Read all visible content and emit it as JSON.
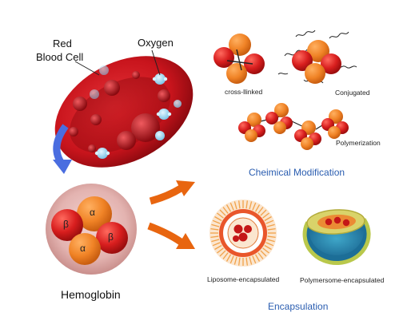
{
  "labels": {
    "rbc_line1": "Red",
    "rbc_line2": "Blood Cell",
    "oxygen": "Oxygen",
    "hemoglobin": "Hemoglobin",
    "alpha": "α",
    "beta": "β",
    "cross_linked": "cross-llinked",
    "conjugated": "Conjugated",
    "polymerization": "Polymerization",
    "chemical_modification": "Cheimical Modification",
    "liposome": "Liposome-encapsulated",
    "polymersome": "Polymersome-encapsulated",
    "encapsulation": "Encapsulation"
  },
  "colors": {
    "rbc": "#c8141c",
    "rbc_dark": "#8e0a10",
    "orange": "#ee7a22",
    "red_sphere": "#d81e1e",
    "blue_text": "#2a5db0",
    "arrow_orange": "#e8650f",
    "arrow_blue": "#4a6de0",
    "oxygen_blue": "#8fd0ee"
  }
}
